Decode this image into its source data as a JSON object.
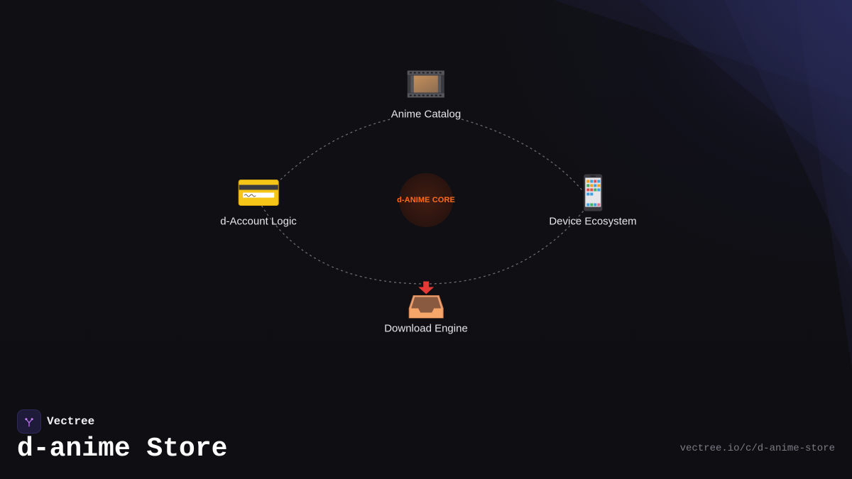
{
  "diagram": {
    "core_label": "d-ANIME CORE",
    "nodes": [
      {
        "id": "catalog",
        "label": "Anime Catalog",
        "icon": "film-frames-icon"
      },
      {
        "id": "account",
        "label": "d-Account Logic",
        "icon": "credit-card-icon"
      },
      {
        "id": "device",
        "label": "Device Ecosystem",
        "icon": "mobile-phone-icon"
      },
      {
        "id": "download",
        "label": "Download Engine",
        "icon": "inbox-tray-icon"
      }
    ],
    "colors": {
      "core_text": "#ff6a1a",
      "connector": "#6a6a72",
      "background": "#0e0e12"
    }
  },
  "footer": {
    "brand_name": "Vectree",
    "title": "d-anime Store",
    "url": "vectree.io/c/d-anime-store"
  }
}
